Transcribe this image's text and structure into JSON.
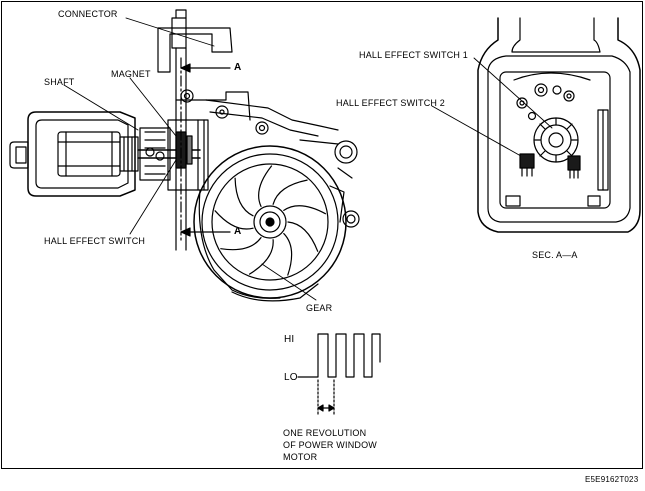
{
  "labels": {
    "connector": "CONNECTOR",
    "shaft": "SHAFT",
    "magnet": "MAGNET",
    "hall_effect_switch": "HALL EFFECT SWITCH",
    "gear": "GEAR",
    "section_marker_top": "A",
    "section_marker_bottom": "A",
    "hall_effect_switch_1": "HALL EFFECT SWITCH 1",
    "hall_effect_switch_2": "HALL EFFECT SWITCH 2",
    "section_title": "SEC. A—A",
    "signal_hi": "HI",
    "signal_lo": "LO",
    "revolution_line1": "ONE REVOLUTION",
    "revolution_line2": "OF POWER WINDOW",
    "revolution_line3": "MOTOR",
    "doc_code": "E5E9162T023"
  },
  "colors": {
    "ink": "#000000",
    "paper": "#ffffff",
    "fill_dark": "#1a1a1a",
    "fill_mid": "#7a7a7a"
  }
}
